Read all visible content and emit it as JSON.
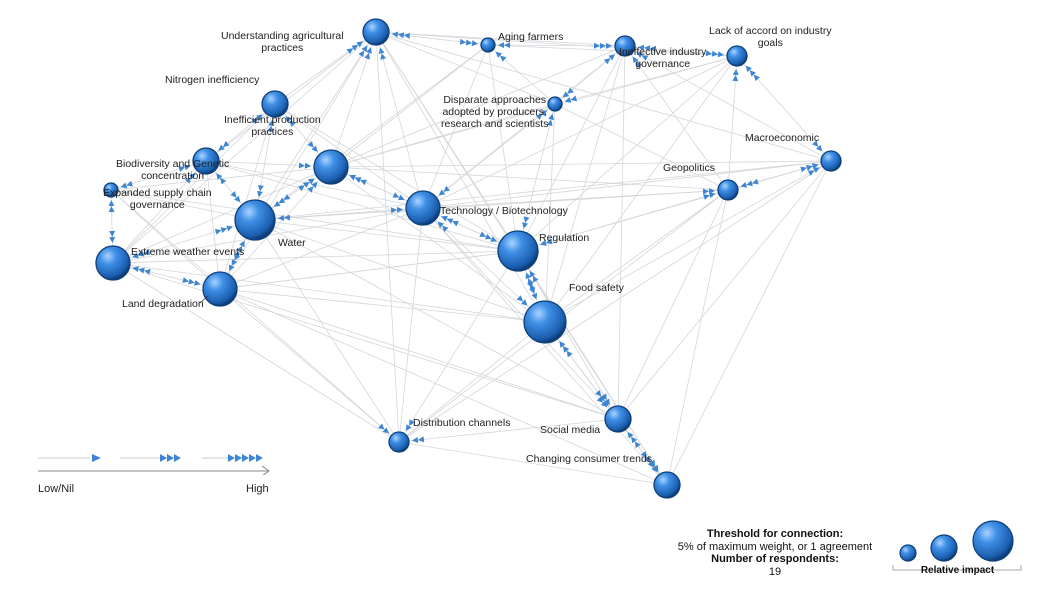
{
  "nodes": [
    {
      "id": "understanding",
      "label": "Understanding agricultural\npractices"
    },
    {
      "id": "aging",
      "label": "Aging farmers"
    },
    {
      "id": "ineffective",
      "label": "Ineffective industry\ngovernance"
    },
    {
      "id": "accord",
      "label": "Lack of accord on industry\ngoals"
    },
    {
      "id": "nitrogen",
      "label": "Nitrogen inefficiency"
    },
    {
      "id": "disparate",
      "label": "Disparate approaches\nadopted by producers,\nresearch and scientists"
    },
    {
      "id": "inefficient",
      "label": "Inefficient production\npractices"
    },
    {
      "id": "macro",
      "label": "Macroeconomic"
    },
    {
      "id": "biodiversity",
      "label": "Biodiversity and Genetic\nconcentration"
    },
    {
      "id": "geopolitics",
      "label": "Geopolitics"
    },
    {
      "id": "supply",
      "label": "Expanded supply chain\ngovernance"
    },
    {
      "id": "technology",
      "label": "Technology / Biotechnology"
    },
    {
      "id": "water",
      "label": "Water"
    },
    {
      "id": "regulation",
      "label": "Regulation"
    },
    {
      "id": "extreme",
      "label": "Extreme weather events"
    },
    {
      "id": "land",
      "label": "Land degradation"
    },
    {
      "id": "food",
      "label": "Food safety"
    },
    {
      "id": "distribution",
      "label": "Distribution channels"
    },
    {
      "id": "social",
      "label": "Social media"
    },
    {
      "id": "consumer",
      "label": "Changing consumer trends"
    }
  ],
  "legend": {
    "scale_low": "Low/Nil",
    "scale_high": "High",
    "relative_impact": "Relative impact"
  },
  "info": {
    "threshold_title": "Threshold for connection:",
    "threshold_value": "5% of maximum weight, or 1 agreement",
    "respondents_title": "Number of respondents:",
    "respondents_value": "19"
  },
  "colors": {
    "node": "#2f7fd6",
    "node_dark": "#0d3f7a",
    "arrow": "#3f86d2",
    "edge": "#d4d6da"
  }
}
